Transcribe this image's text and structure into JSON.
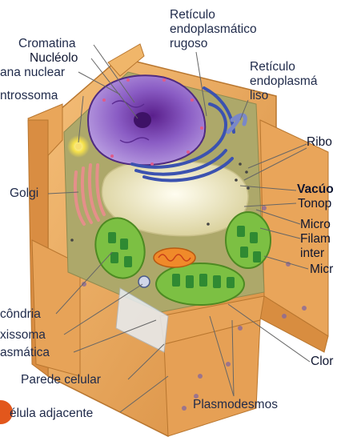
{
  "labels": {
    "cromatina": "Cromatina",
    "nucleolo": "Nucléolo",
    "membrana_nuclear": "ana nuclear",
    "centrossoma": "ntrossoma",
    "golgi": "Golgi",
    "mitocondria": "côndria",
    "peroxissoma": "xissoma",
    "membrana_plasmatica": "asmática",
    "parede_celular": "Parede celular",
    "celula_adjacente": "élula adjacente",
    "rer": [
      "Retículo",
      "endoplasmático",
      "rugoso"
    ],
    "rel": [
      "Retículo",
      "endoplasmá",
      "liso"
    ],
    "ribossomos": "Ribo",
    "vacuolo": "Vacúo",
    "tonoplasto": "Tonop",
    "microtubulos": "Micro",
    "filamentos": [
      "Filam",
      "inter"
    ],
    "microfilamentos": "Micr",
    "cloroplasto": "Clor",
    "plasmodesmos": "Plasmodesmos"
  },
  "colors": {
    "wall": "#eba85a",
    "wall_dark": "#c9803a",
    "cytoplasm": "#a9a468",
    "nucleus": "#7d4fb0",
    "vacuole": "#f2efce",
    "chloroplast": "#7cc043",
    "golgi": "#e6948f",
    "mito": "#f08a2a",
    "line": "#555555",
    "text": "#1f2a4a"
  }
}
